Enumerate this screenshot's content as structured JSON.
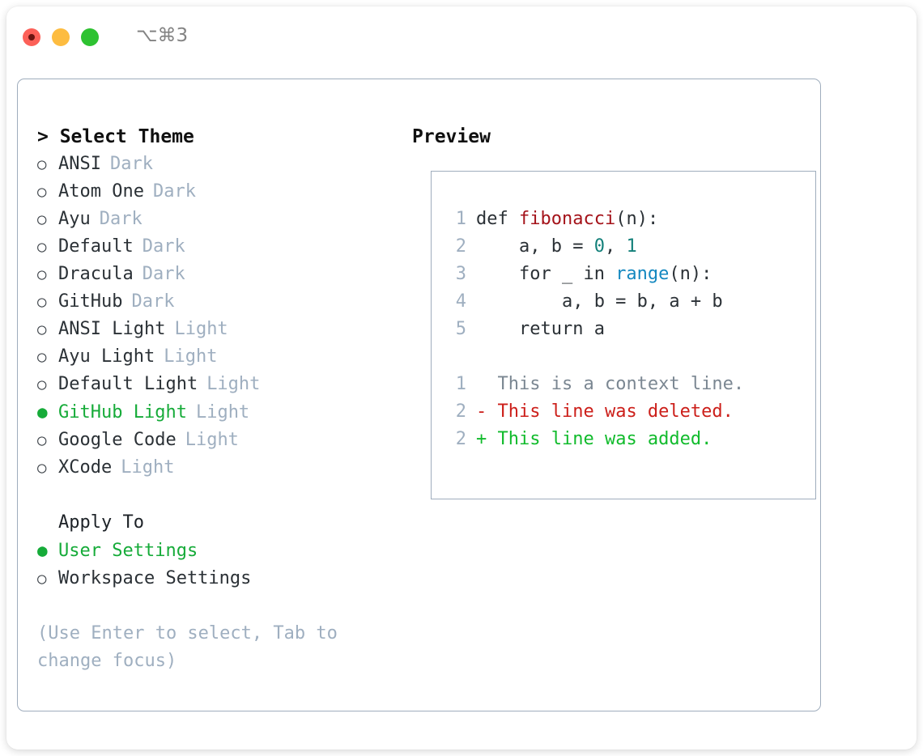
{
  "window": {
    "title": "⌥⌘3",
    "traffic_lights": [
      "close-red",
      "minimize-yellow",
      "zoom-green"
    ]
  },
  "colors": {
    "accent_green": "#16ab39",
    "muted": "#9fafc0",
    "text": "#2b3136",
    "border": "#9fadbd",
    "diff_add": "#11bb2c",
    "diff_del": "#cc1f1a",
    "keyword_fn": "#a4131a",
    "number": "#13807a",
    "builtin": "#1488c0"
  },
  "left": {
    "heading": "> Select Theme",
    "themes": [
      {
        "bullet": "○",
        "name": "ANSI",
        "tag": "Dark",
        "selected": false
      },
      {
        "bullet": "○",
        "name": "Atom One",
        "tag": "Dark",
        "selected": false
      },
      {
        "bullet": "○",
        "name": "Ayu",
        "tag": "Dark",
        "selected": false
      },
      {
        "bullet": "○",
        "name": "Default",
        "tag": "Dark",
        "selected": false
      },
      {
        "bullet": "○",
        "name": "Dracula",
        "tag": "Dark",
        "selected": false
      },
      {
        "bullet": "○",
        "name": "GitHub",
        "tag": "Dark",
        "selected": false
      },
      {
        "bullet": "○",
        "name": "ANSI Light",
        "tag": "Light",
        "selected": false
      },
      {
        "bullet": "○",
        "name": "Ayu Light",
        "tag": "Light",
        "selected": false
      },
      {
        "bullet": "○",
        "name": "Default Light",
        "tag": "Light",
        "selected": false
      },
      {
        "bullet": "●",
        "name": "GitHub Light",
        "tag": "Light",
        "selected": true
      },
      {
        "bullet": "○",
        "name": "Google Code",
        "tag": "Light",
        "selected": false
      },
      {
        "bullet": "○",
        "name": "XCode",
        "tag": "Light",
        "selected": false
      }
    ],
    "apply_to": {
      "heading": "Apply To",
      "options": [
        {
          "bullet": "●",
          "name": "User Settings",
          "selected": true
        },
        {
          "bullet": "○",
          "name": "Workspace Settings",
          "selected": false
        }
      ]
    },
    "hint": "(Use Enter to select, Tab to change focus)"
  },
  "right": {
    "heading": "Preview",
    "code_lines": [
      {
        "no": "1",
        "parts": [
          {
            "text": "def ",
            "cls": "ctext"
          },
          {
            "text": "fibonacci",
            "cls": "tok-fn"
          },
          {
            "text": "(n):",
            "cls": "ctext"
          }
        ]
      },
      {
        "no": "2",
        "parts": [
          {
            "text": "    a, b = ",
            "cls": "ctext"
          },
          {
            "text": "0",
            "cls": "tok-num"
          },
          {
            "text": ", ",
            "cls": "ctext"
          },
          {
            "text": "1",
            "cls": "tok-num"
          }
        ]
      },
      {
        "no": "3",
        "parts": [
          {
            "text": "    for _ in ",
            "cls": "ctext"
          },
          {
            "text": "range",
            "cls": "tok-call"
          },
          {
            "text": "(n):",
            "cls": "ctext"
          }
        ]
      },
      {
        "no": "4",
        "parts": [
          {
            "text": "        a, b = b, a + b",
            "cls": "ctext"
          }
        ]
      },
      {
        "no": "5",
        "parts": [
          {
            "text": "    return a",
            "cls": "ctext"
          }
        ]
      }
    ],
    "diff_lines": [
      {
        "no": "1",
        "marker": "  ",
        "text": "This is a context line.",
        "cls": "tok-ctx"
      },
      {
        "no": "2",
        "marker": "- ",
        "text": "This line was deleted.",
        "cls": "tok-del"
      },
      {
        "no": "2",
        "marker": "+ ",
        "text": "This line was added.",
        "cls": "tok-add"
      }
    ]
  }
}
